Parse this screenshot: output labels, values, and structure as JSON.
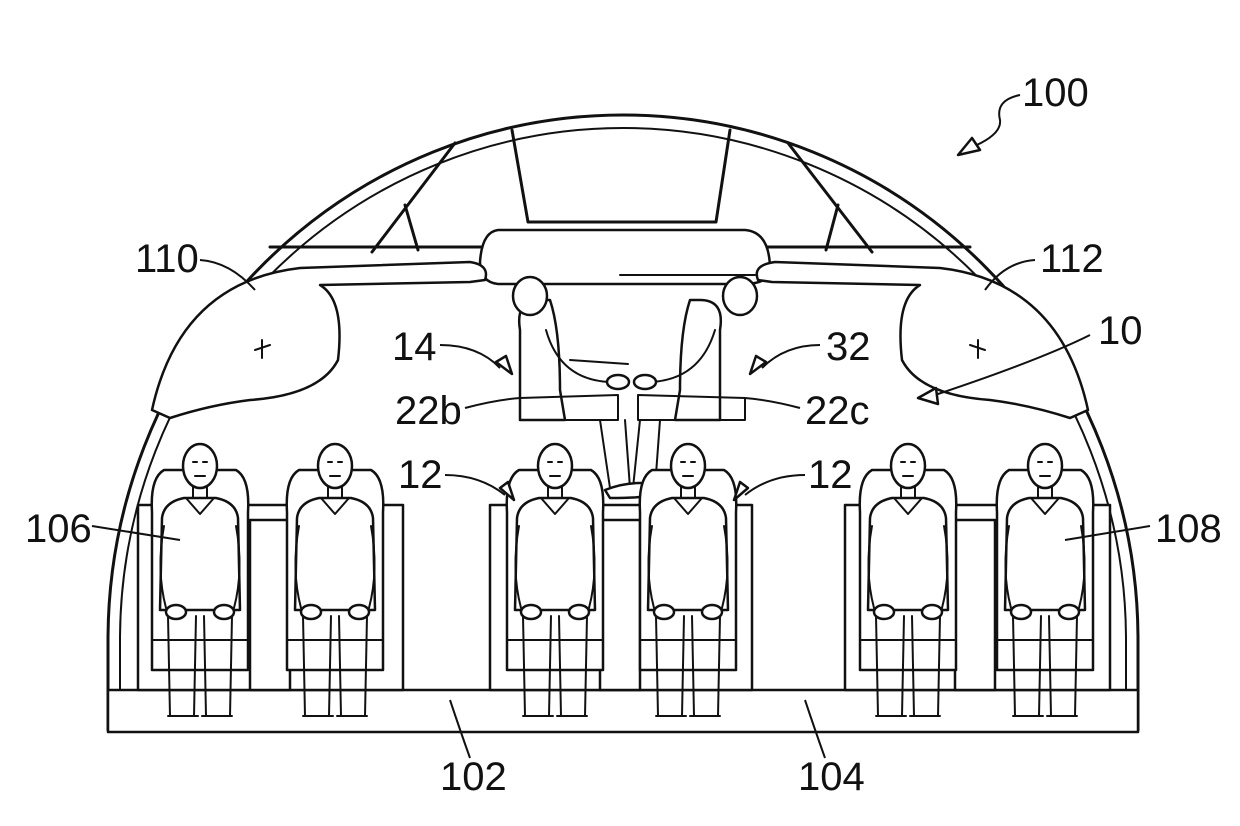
{
  "labels": {
    "fig_ref": "100",
    "aisle_left": "102",
    "aisle_right": "104",
    "seat_block_left": "106",
    "seat_block_right": "108",
    "overhead_left": "110",
    "overhead_right": "112",
    "unit": "10",
    "upper_seat": "14",
    "upper_seat_right": "32",
    "seat_left": "22b",
    "seat_right": "22c",
    "lower_seat_left": "12",
    "lower_seat_right": "12"
  }
}
